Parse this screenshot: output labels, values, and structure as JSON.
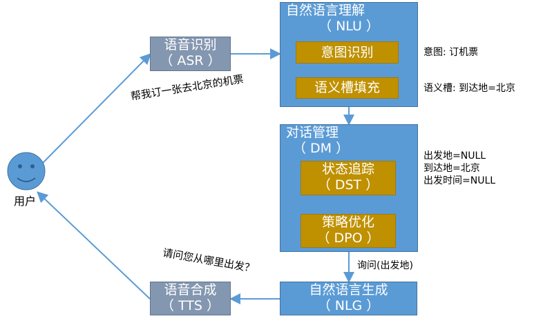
{
  "user": {
    "label": "用户",
    "icon": "smiley-face-icon"
  },
  "asr": {
    "title": "语音识别",
    "abbr": "（ ASR ）"
  },
  "nlu": {
    "title": "自然语言理解",
    "abbr": "（ NLU ）",
    "intent_box": "意图识别",
    "slot_box": "语义槽填充"
  },
  "dm": {
    "title": "对话管理",
    "abbr": "（ DM ）",
    "dst_title": "状态追踪",
    "dst_abbr": "（ DST ）",
    "dpo_title": "策略优化",
    "dpo_abbr": "（ DPO ）"
  },
  "nlg": {
    "title": "自然语言生成",
    "abbr": "（ NLG ）"
  },
  "tts": {
    "title": "语音合成",
    "abbr": "（ TTS ）"
  },
  "annotations": {
    "user_utterance": "帮我订一张去北京的机票",
    "intent": "意图: 订机票",
    "slot": "语义槽: 到达地=北京",
    "state": [
      "出发地=NULL",
      "到达地=北京",
      "出发时间=NULL"
    ],
    "action": "询问(出发地)",
    "system_reply": "请问您从哪里出发？"
  },
  "colors": {
    "blue": "#5b9bd5",
    "gold": "#bf9000",
    "slate": "#8497b0",
    "arrow": "#5b9bd5"
  }
}
